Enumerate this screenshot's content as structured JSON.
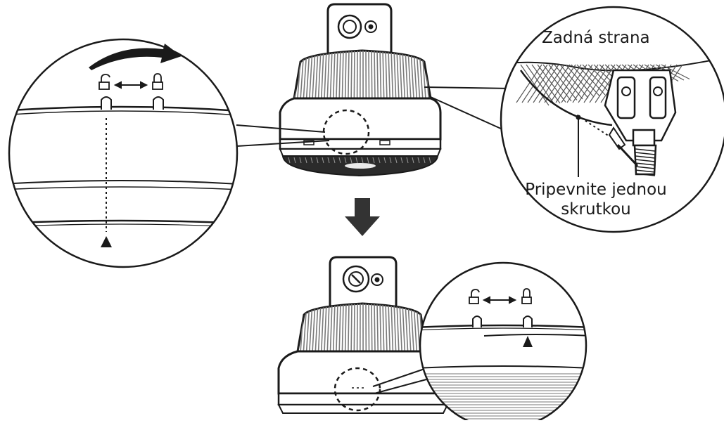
{
  "labels": {
    "back_side": "Zadná strana",
    "fix_screw_line1": "Pripevnite jednou",
    "fix_screw_line2": "skrutkou"
  },
  "icons": {
    "rotate_arrow": "curved-arrow-icon",
    "unlock": "unlocked-padlock-icon",
    "lock": "locked-padlock-icon",
    "double_arrow": "double-arrow-icon",
    "down_arrow": "down-arrow-icon",
    "pointer": "triangle-pointer-icon"
  },
  "colors": {
    "line": "#1a1a1a",
    "dark_fill": "#2b2b2b",
    "fin_gray": "#7a7a7a",
    "background": "#ffffff"
  }
}
